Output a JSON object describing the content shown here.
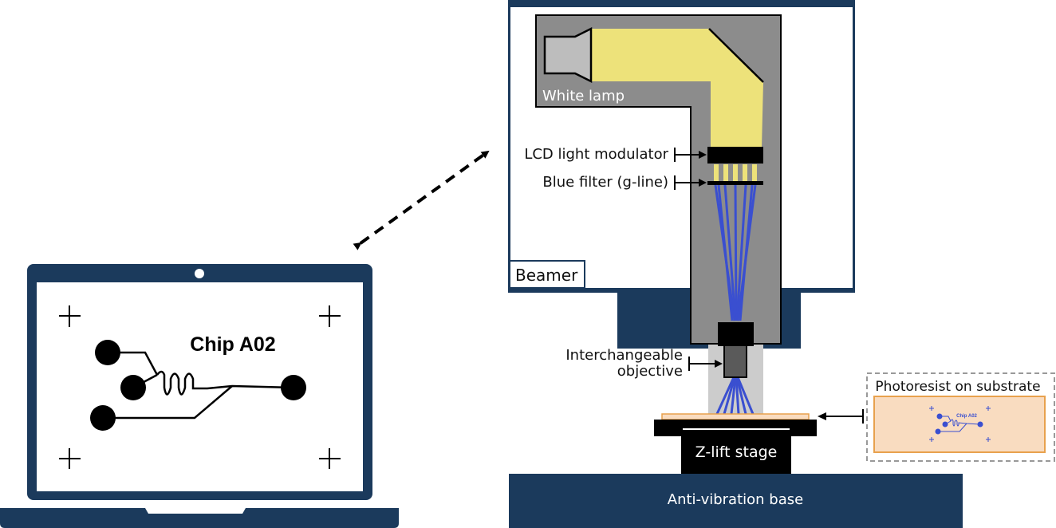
{
  "labels": {
    "chip_title": "Chip A02",
    "white_lamp": "White lamp",
    "lcd": "LCD light modulator",
    "blue_filter": "Blue filter (g-line)",
    "beamer": "Beamer",
    "objective_line1": "Interchangeable",
    "objective_line2": "objective",
    "photoresist": "Photoresist on substrate",
    "z_stage": "Z-lift stage",
    "base": "Anti-vibration base",
    "mini_chip_title": "Chip A02"
  },
  "colors": {
    "navy": "#1b3a5c",
    "lamp_housing": "#8c8c8c",
    "lamp_light": "#ede27a",
    "blue_ray": "#3a4fd0",
    "photoresist_fill": "#f9dcc0",
    "photoresist_border": "#e8a14d",
    "objective_body": "#5a5a5a",
    "light_column": "#cccccc"
  }
}
